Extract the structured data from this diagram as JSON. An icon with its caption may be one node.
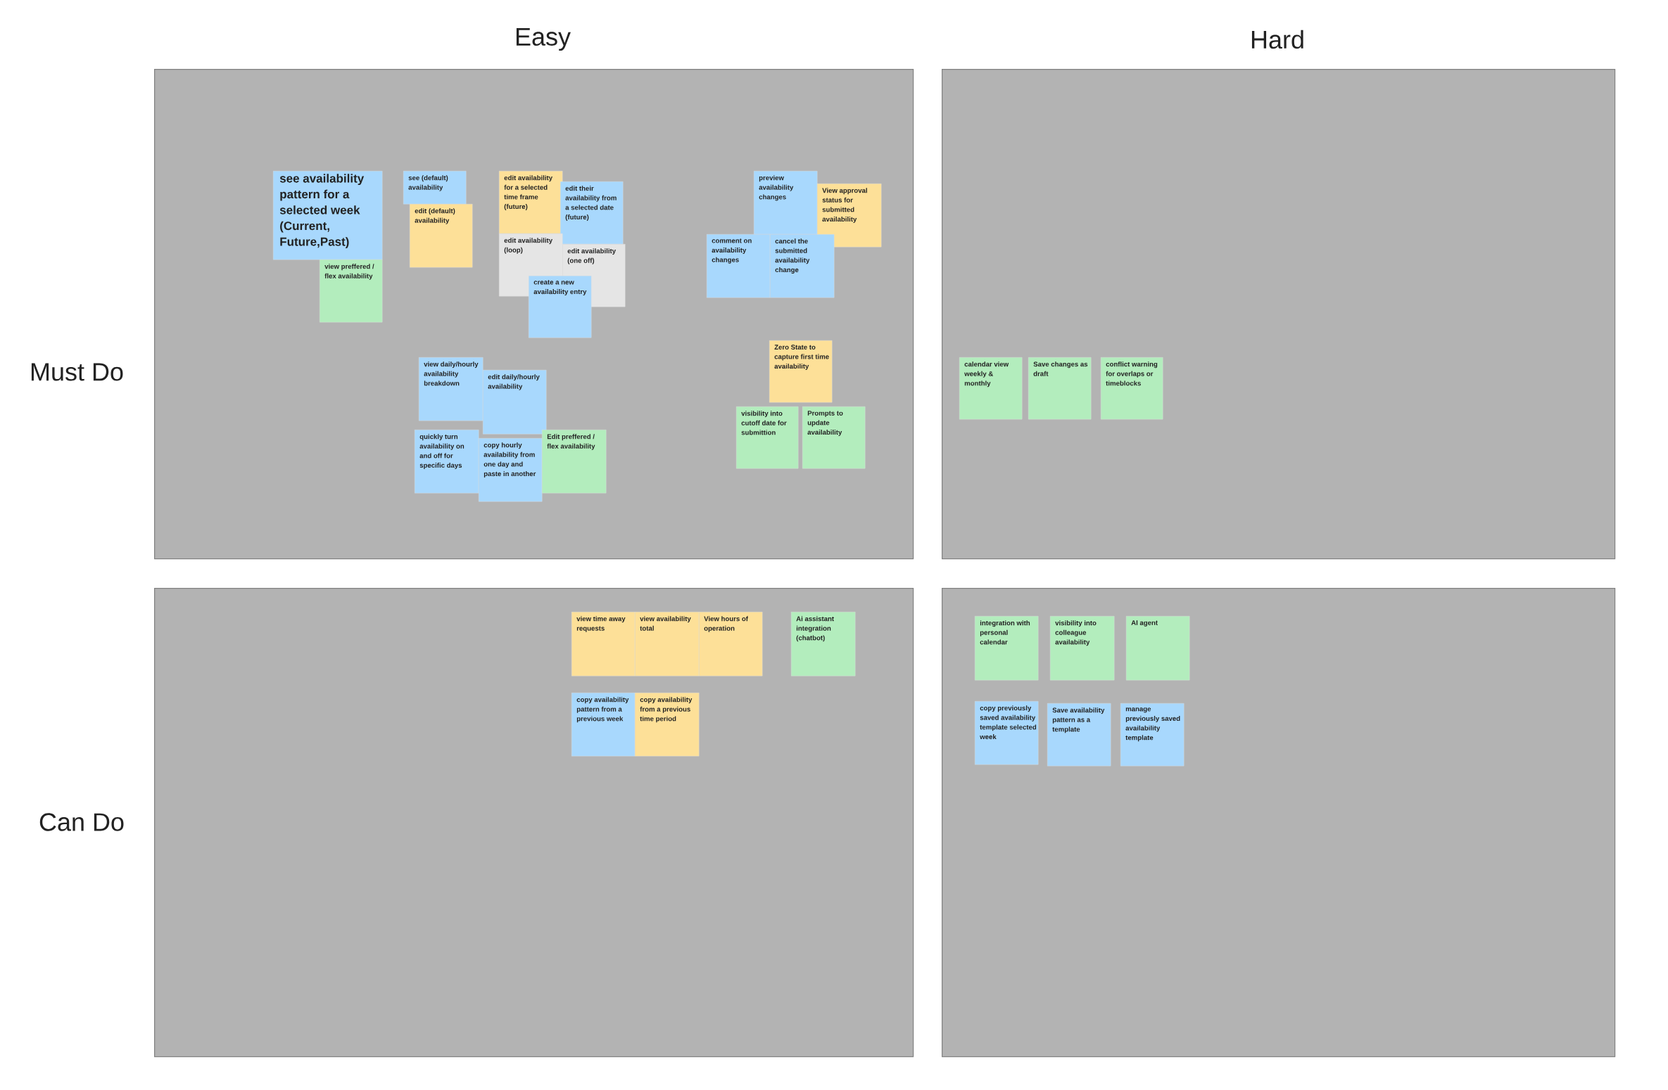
{
  "diagram": {
    "nodes": [
      {
        "text": [],
        "shape": "box"
      },
      {
        "text": [
          "see availability pattern for a selected week (Current, Future,Past)"
        ],
        "in": 0
      },
      {
        "text": [
          "view preffered / flex availability"
        ],
        "in": 0
      },
      {
        "text": [
          "see (default) availability"
        ],
        "in": 0
      },
      {
        "text": [
          "edit (default) availability"
        ],
        "in": 0
      },
      {
        "text": [
          "edit availability for a selected time frame (future)"
        ],
        "in": 0
      },
      {
        "text": [
          "edit their availability from a selected date (future)"
        ],
        "in": 0
      },
      {
        "text": [
          "edit availability (loop)"
        ],
        "in": 0
      },
      {
        "text": [
          "edit availability (one off)"
        ],
        "in": 0
      },
      {
        "text": [
          "create a new availability entry"
        ],
        "in": 0
      },
      {
        "text": [
          "preview availability changes"
        ],
        "in": 0
      },
      {
        "text": [
          "View approval status for submitted availability"
        ],
        "in": 0
      },
      {
        "text": [
          "comment on availability changes"
        ],
        "in": 0
      },
      {
        "text": [
          "cancel the submitted availability change"
        ],
        "in": 0
      },
      {
        "text": [
          "view daily/hourly availability breakdown"
        ],
        "in": 0
      },
      {
        "text": [
          "edit daily/hourly availability"
        ],
        "in": 0
      },
      {
        "text": [
          "quickly turn availability on and off for specific days"
        ],
        "in": 0
      },
      {
        "text": [
          "copy hourly availability from one day and paste in another"
        ],
        "in": 0
      },
      {
        "text": [
          "Edit preffered / flex availability"
        ],
        "in": 0
      },
      {
        "text": [
          "Zero State to capture first time availability"
        ],
        "in": 0
      },
      {
        "text": [
          "visibility into cutoff date for submittion"
        ],
        "in": 0
      },
      {
        "text": [
          "Prompts to update availability"
        ],
        "in": 0
      },
      {
        "text": [],
        "shape": "box"
      },
      {
        "text": [
          "calendar view weekly & monthly"
        ],
        "in": 22
      },
      {
        "text": [
          "Save changes as draft"
        ],
        "in": 22
      },
      {
        "text": [
          "conflict warning for overlaps or timeblocks"
        ],
        "in": 22
      },
      {
        "text": [],
        "shape": "box"
      },
      {
        "text": [
          "view time away requests"
        ],
        "in": 26
      },
      {
        "text": [
          "view availability total"
        ],
        "in": 26
      },
      {
        "text": [
          "View hours of operation"
        ],
        "in": 26
      },
      {
        "text": [
          "Ai assistant integration (chatbot)"
        ],
        "in": 26
      },
      {
        "text": [
          "copy availability pattern from a previous week"
        ],
        "in": 26
      },
      {
        "text": [
          "copy availability from a previous time period"
        ],
        "in": 26
      },
      {
        "text": [],
        "shape": "box"
      },
      {
        "text": [
          "integration with personal calendar"
        ],
        "in": 33
      },
      {
        "text": [
          "visibility into colleague availability"
        ],
        "in": 33
      },
      {
        "text": [
          "AI agent"
        ],
        "in": 33
      },
      {
        "text": [
          "copy previously saved availability template selected week"
        ],
        "in": 33
      },
      {
        "text": [
          "Save availability pattern as a template"
        ],
        "in": 33
      },
      {
        "text": [
          "manage previously saved availability template"
        ],
        "in": 33
      }
    ],
    "labels": [
      "Easy",
      "Hard",
      "Must Do",
      "Can Do"
    ]
  }
}
